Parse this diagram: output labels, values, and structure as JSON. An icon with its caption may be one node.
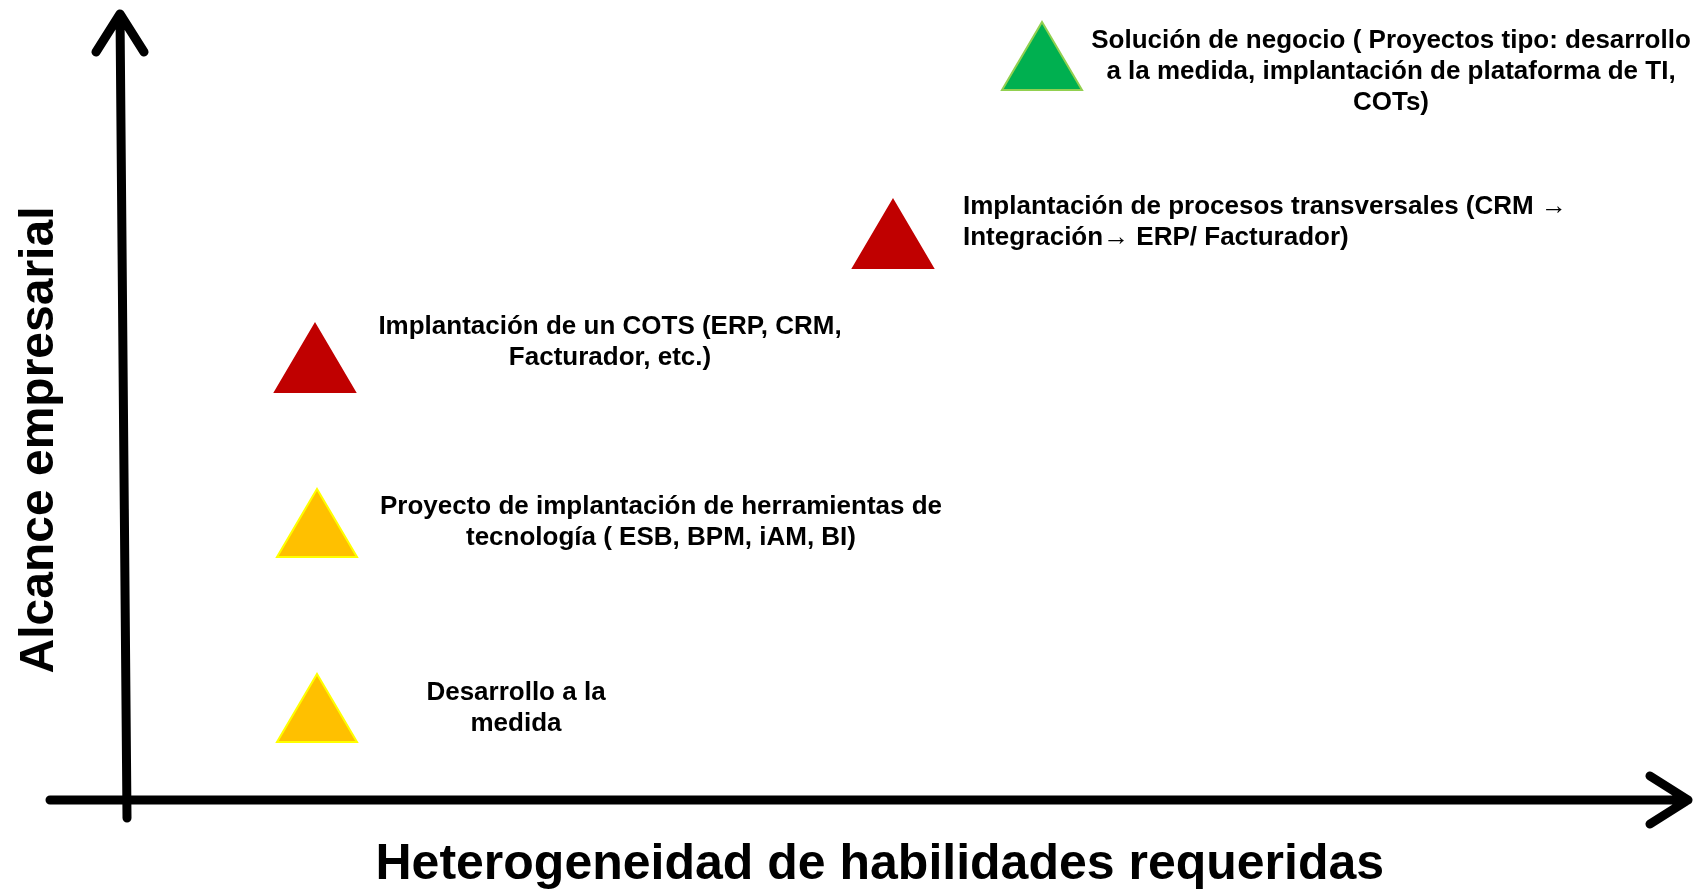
{
  "diagram": {
    "nodes": [
      {
        "text": [],
        "shape": "triangle",
        "beside": [
          "Solución de negocio ( Proyectos  tipo: desarrollo a la medida,  implantación de plataforma de TI, COTs)"
        ]
      },
      {
        "text": [],
        "shape": "triangle",
        "beside": [
          "Implantación de procesos transversales (CRM → Integración→ ERP/ Facturador)"
        ]
      },
      {
        "text": [],
        "shape": "triangle",
        "beside": [
          "Implantación de un COTS (ERP, CRM, Facturador, etc.)"
        ]
      },
      {
        "text": [],
        "shape": "triangle",
        "beside": [
          "Proyecto de implantación de herramientas de tecnología ( ESB, BPM, iAM, BI)"
        ]
      },
      {
        "text": [],
        "shape": "triangle",
        "beside": [
          "Desarrollo  a la medida"
        ]
      }
    ],
    "labels": [
      "Alcance empresarial",
      "Heterogeneidad de habilidades requeridas"
    ]
  }
}
